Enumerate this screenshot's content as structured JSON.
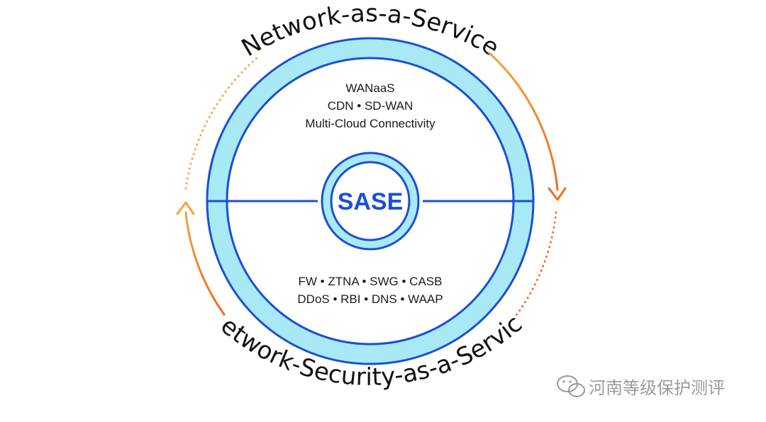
{
  "diagram": {
    "center_label": "SASE",
    "top_arc_label": "Network-as-a-Service",
    "bottom_arc_label": "Network-Security-as-a-Service",
    "upper_services": [
      "WANaaS",
      "CDN • SD-WAN",
      "Multi-Cloud Connectivity"
    ],
    "lower_services": [
      "FW • ZTNA • SWG • CASB",
      "DDoS • RBI • DNS • WAAP"
    ]
  },
  "watermark": {
    "text": "河南等级保护测评",
    "icon": "wechat-icon"
  },
  "colors": {
    "ring_fill": "#a9e9f5",
    "ring_stroke": "#1a4fd6",
    "sase_text": "#1a4fd6",
    "arrow_orange": "#f26b1d",
    "arrow_amber": "#f7a23c"
  }
}
